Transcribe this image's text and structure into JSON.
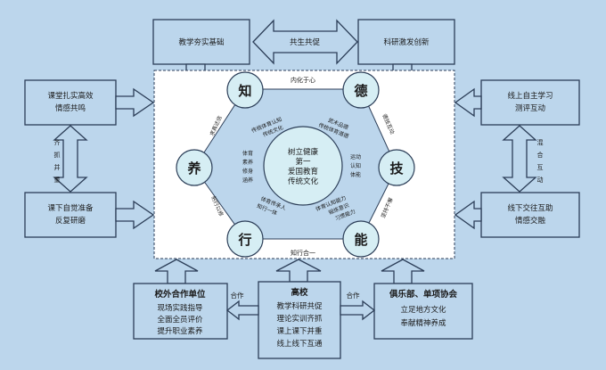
{
  "top": {
    "left": "教学夯实基础",
    "right": "科研激发创新",
    "arrow": "共生共促"
  },
  "left": {
    "top": [
      "课堂扎实高效",
      "情感共鸣"
    ],
    "bottom": [
      "课下自觉准备",
      "反复研磨"
    ],
    "arrow": [
      "齐",
      "抓",
      "并",
      "重"
    ]
  },
  "right": {
    "top": [
      "线上自主学习",
      "测评互动"
    ],
    "bottom": [
      "线下交往互助",
      "情感交融"
    ],
    "arrow": [
      "混",
      "合",
      "互",
      "动"
    ]
  },
  "bottom": {
    "left": {
      "title": "校外合作单位",
      "lines": [
        "现场实践指导",
        "全面全员评价",
        "提升职业素养"
      ]
    },
    "center": {
      "title": "高校",
      "lines": [
        "教学科研共促",
        "理论实训齐抓",
        "课上课下并重",
        "线上线下互通"
      ]
    },
    "right": {
      "title": "俱乐部、单项协会",
      "lines": [
        "立足地方文化",
        "奉献精神养成"
      ]
    },
    "arrow_left": "合作",
    "arrow_right": "合作"
  },
  "hexagon": {
    "nodes": {
      "zhi": "知",
      "de": "德",
      "ji": "技",
      "neng": "能",
      "xing": "行",
      "yang": "养"
    },
    "center": [
      "树立健康",
      "第一",
      "爱国教育",
      "传统文化"
    ],
    "edges": {
      "top": "内化于心",
      "right_top": "德技互动",
      "right_bottom": "坚持不懈",
      "bottom": "知行合一",
      "left_bottom": "躬行以修",
      "left_top": "求真达信"
    },
    "inner": {
      "top_left": [
        "传统体育认知",
        "传统文化"
      ],
      "top_right": [
        "武术品德",
        "传统体育道德"
      ],
      "left": [
        "体育",
        "素养",
        "修身",
        "涵养"
      ],
      "right": [
        "运动",
        "认知",
        "体能"
      ],
      "bottom_left": [
        "体育传承人",
        "知行一体"
      ],
      "bottom_right": [
        "体育认知能力",
        "锻炼意识",
        "习惯能力"
      ]
    }
  }
}
